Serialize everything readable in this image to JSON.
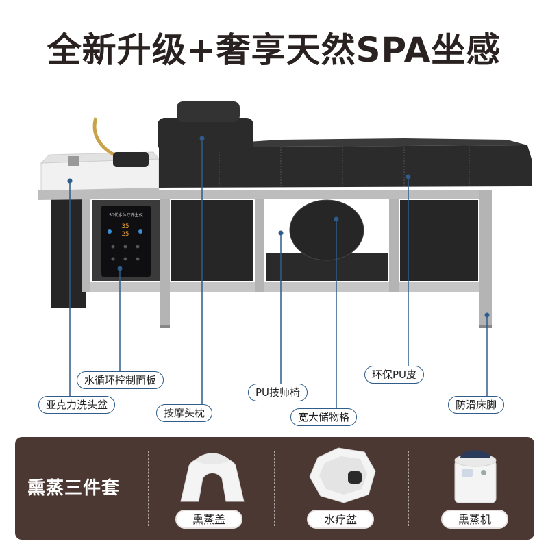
{
  "headline": "全新升级+奢享天然SPA坐感",
  "callouts": {
    "water_panel": "水循环控制面板",
    "acrylic_basin": "亚克力洗头盆",
    "massage_pillow": "按摩头枕",
    "pu_chair": "PU技师椅",
    "storage": "宽大储物格",
    "pu_leather": "环保PU皮",
    "antislip_feet": "防滑床脚"
  },
  "control_panel": {
    "title": "50代水体疗养生仪",
    "temp_top": "35",
    "temp_bottom": "25"
  },
  "bundle": {
    "title": "熏蒸三件套",
    "items": [
      {
        "label": "熏蒸盖",
        "icon": "steam-cover-icon"
      },
      {
        "label": "水疗盆",
        "icon": "hydro-basin-icon"
      },
      {
        "label": "熏蒸机",
        "icon": "steam-machine-icon"
      }
    ]
  },
  "colors": {
    "leather": "#2b2b2b",
    "frame": "#bdbdbd",
    "accent_line": "#2f5c8a",
    "panel_bg": "#4b3833"
  }
}
